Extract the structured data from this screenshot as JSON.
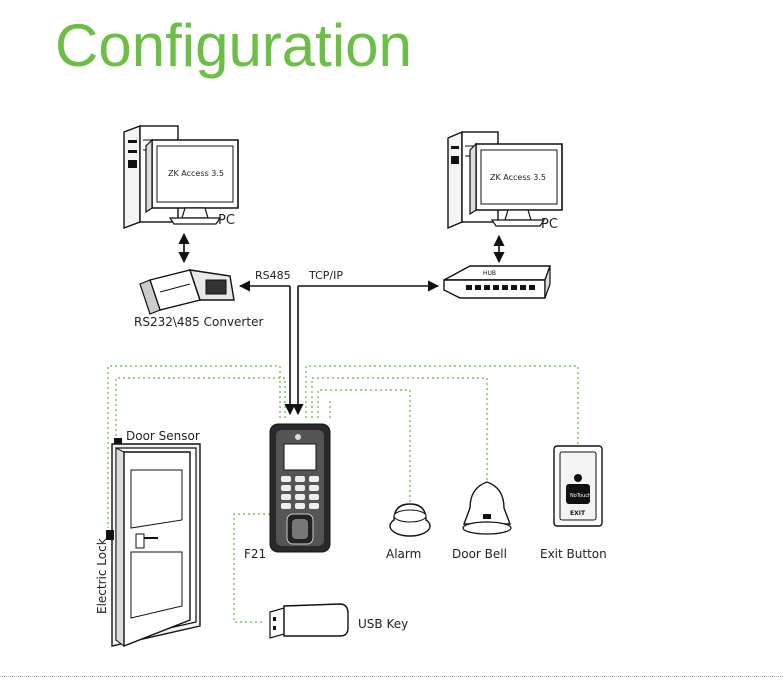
{
  "title": "Configuration",
  "colors": {
    "accent": "#6bbf45",
    "line": "#111111",
    "dotted": "#7bbf55"
  },
  "devices": {
    "pc_left": {
      "screen_text": "ZK Access 3.5",
      "label": "PC"
    },
    "pc_right": {
      "screen_text": "ZK Access 3.5",
      "label": "PC"
    },
    "converter": {
      "label": "RS232\\485 Converter"
    },
    "hub": {
      "text": "HUB"
    },
    "f21": {
      "label": "F21"
    },
    "alarm": {
      "label": "Alarm"
    },
    "door_bell": {
      "label": "Door Bell"
    },
    "exit_button": {
      "label": "Exit Button",
      "exit_text": "EXIT",
      "button_text": "NoTouch"
    },
    "usb_key": {
      "label": "USB Key"
    },
    "door_sensor": {
      "label": "Door Sensor"
    },
    "electric_lock": {
      "label": "Electric Lock"
    }
  },
  "links": {
    "rs485": "RS485",
    "tcpip": "TCP/IP"
  }
}
